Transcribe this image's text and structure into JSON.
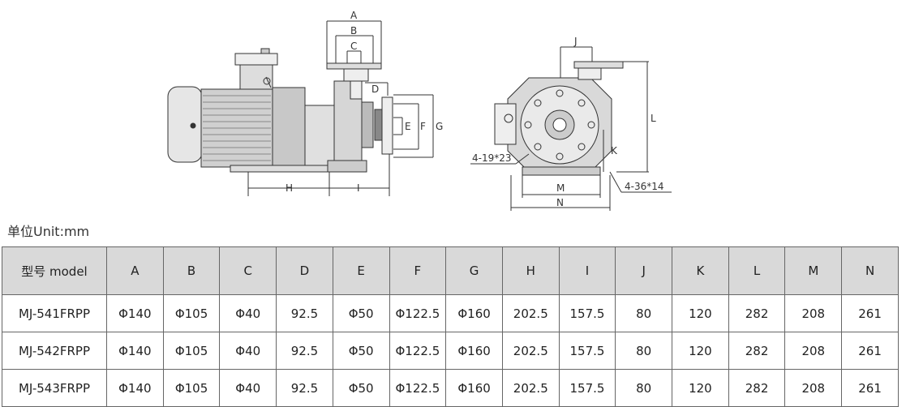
{
  "drawing": {
    "side_view_labels": [
      "A",
      "B",
      "C",
      "D",
      "E",
      "F",
      "G",
      "H",
      "I"
    ],
    "front_view_labels": [
      "J",
      "L",
      "K",
      "M",
      "N"
    ],
    "hole_note_1": "4-19*23",
    "hole_note_2": "4-36*14"
  },
  "unit_label": "单位Unit:mm",
  "table": {
    "headers": [
      "型号 model",
      "A",
      "B",
      "C",
      "D",
      "E",
      "F",
      "G",
      "H",
      "I",
      "J",
      "K",
      "L",
      "M",
      "N"
    ],
    "rows": [
      [
        "MJ-541FRPP",
        "Φ140",
        "Φ105",
        "Φ40",
        "92.5",
        "Φ50",
        "Φ122.5",
        "Φ160",
        "202.5",
        "157.5",
        "80",
        "120",
        "282",
        "208",
        "261"
      ],
      [
        "MJ-542FRPP",
        "Φ140",
        "Φ105",
        "Φ40",
        "92.5",
        "Φ50",
        "Φ122.5",
        "Φ160",
        "202.5",
        "157.5",
        "80",
        "120",
        "282",
        "208",
        "261"
      ],
      [
        "MJ-543FRPP",
        "Φ140",
        "Φ105",
        "Φ40",
        "92.5",
        "Φ50",
        "Φ122.5",
        "Φ160",
        "202.5",
        "157.5",
        "80",
        "120",
        "282",
        "208",
        "261"
      ]
    ]
  }
}
